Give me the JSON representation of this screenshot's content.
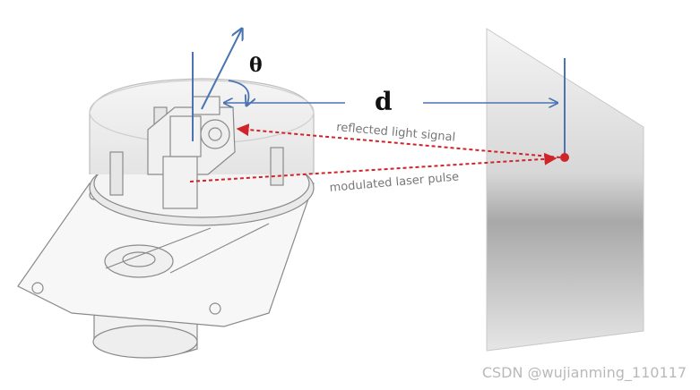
{
  "labels": {
    "theta": "θ",
    "distance": "d",
    "reflected": "reflected light signal",
    "emitted": "modulated laser pulse"
  },
  "watermark": "CSDN @wujianming_110117",
  "colors": {
    "arrow_blue": "#4a74b2",
    "laser_red": "#d0242a",
    "outline": "#8a8a8a",
    "wall_light": "#f2f2f2",
    "wall_dark": "#9a9a9a"
  },
  "icons": [
    "lidar-device",
    "wall-surface",
    "laser-spot"
  ]
}
